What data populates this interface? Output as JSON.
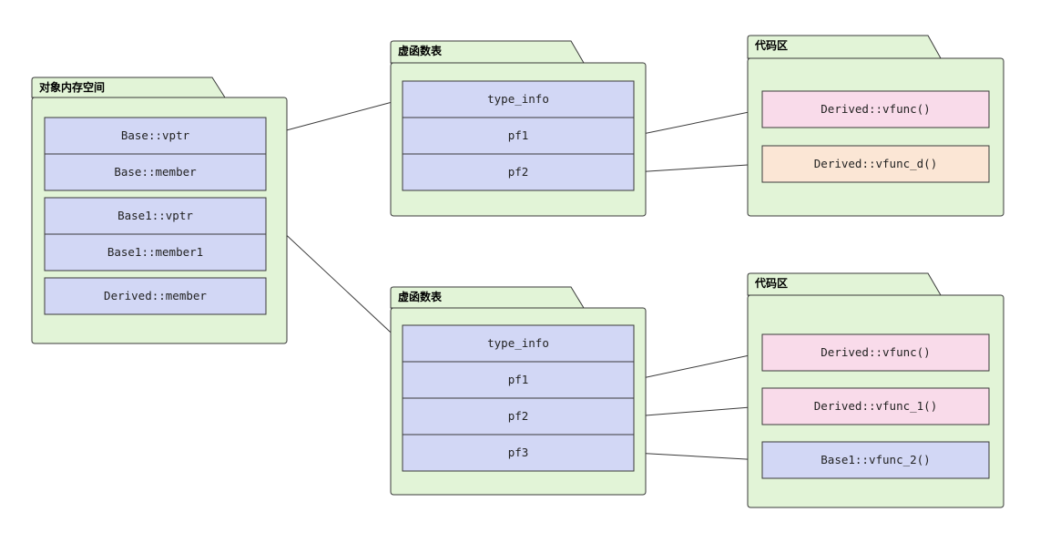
{
  "colors": {
    "package_fill": "#e2f4d7",
    "cell_blue": "#d2d7f5",
    "cell_pink": "#f9dbea",
    "cell_peach": "#fbe6d5",
    "line": "#3a3a3a"
  },
  "packages": [
    {
      "id": "memory",
      "title": "对象内存空间",
      "cells": [
        {
          "id": "base_vptr",
          "label": "Base::vptr",
          "color": "blue"
        },
        {
          "id": "base_member",
          "label": "Base::member",
          "color": "blue"
        },
        {
          "id": "base1_vptr",
          "label": "Base1::vptr",
          "color": "blue"
        },
        {
          "id": "base1_member1",
          "label": "Base1::member1",
          "color": "blue"
        },
        {
          "id": "derived_member",
          "label": "Derived::member",
          "color": "blue"
        }
      ]
    },
    {
      "id": "vtable1",
      "title": "虚函数表",
      "cells": [
        {
          "id": "vt1_type_info",
          "label": "type_info",
          "color": "blue"
        },
        {
          "id": "vt1_pf1",
          "label": "pf1",
          "color": "blue"
        },
        {
          "id": "vt1_pf2",
          "label": "pf2",
          "color": "blue"
        }
      ]
    },
    {
      "id": "code1",
      "title": "代码区",
      "cells": [
        {
          "id": "c1_vfunc",
          "label": "Derived::vfunc()",
          "color": "pink"
        },
        {
          "id": "c1_vfunc_d",
          "label": "Derived::vfunc_d()",
          "color": "peach"
        }
      ]
    },
    {
      "id": "vtable2",
      "title": "虚函数表",
      "cells": [
        {
          "id": "vt2_type_info",
          "label": "type_info",
          "color": "blue"
        },
        {
          "id": "vt2_pf1",
          "label": "pf1",
          "color": "blue"
        },
        {
          "id": "vt2_pf2",
          "label": "pf2",
          "color": "blue"
        },
        {
          "id": "vt2_pf3",
          "label": "pf3",
          "color": "blue"
        }
      ]
    },
    {
      "id": "code2",
      "title": "代码区",
      "cells": [
        {
          "id": "c2_vfunc",
          "label": "Derived::vfunc()",
          "color": "pink"
        },
        {
          "id": "c2_vfunc_1",
          "label": "Derived::vfunc_1()",
          "color": "pink"
        },
        {
          "id": "c2_vfunc_2",
          "label": "Base1::vfunc_2()",
          "color": "blue"
        }
      ]
    }
  ],
  "edges": [
    {
      "from": "base_vptr",
      "to": "vt1_type_info"
    },
    {
      "from": "vt1_pf1",
      "to": "c1_vfunc"
    },
    {
      "from": "vt1_pf2",
      "to": "c1_vfunc_d"
    },
    {
      "from": "base1_vptr",
      "to": "vt2_type_info"
    },
    {
      "from": "vt2_pf1",
      "to": "c2_vfunc"
    },
    {
      "from": "vt2_pf2",
      "to": "c2_vfunc_1"
    },
    {
      "from": "vt2_pf3",
      "to": "c2_vfunc_2"
    }
  ]
}
